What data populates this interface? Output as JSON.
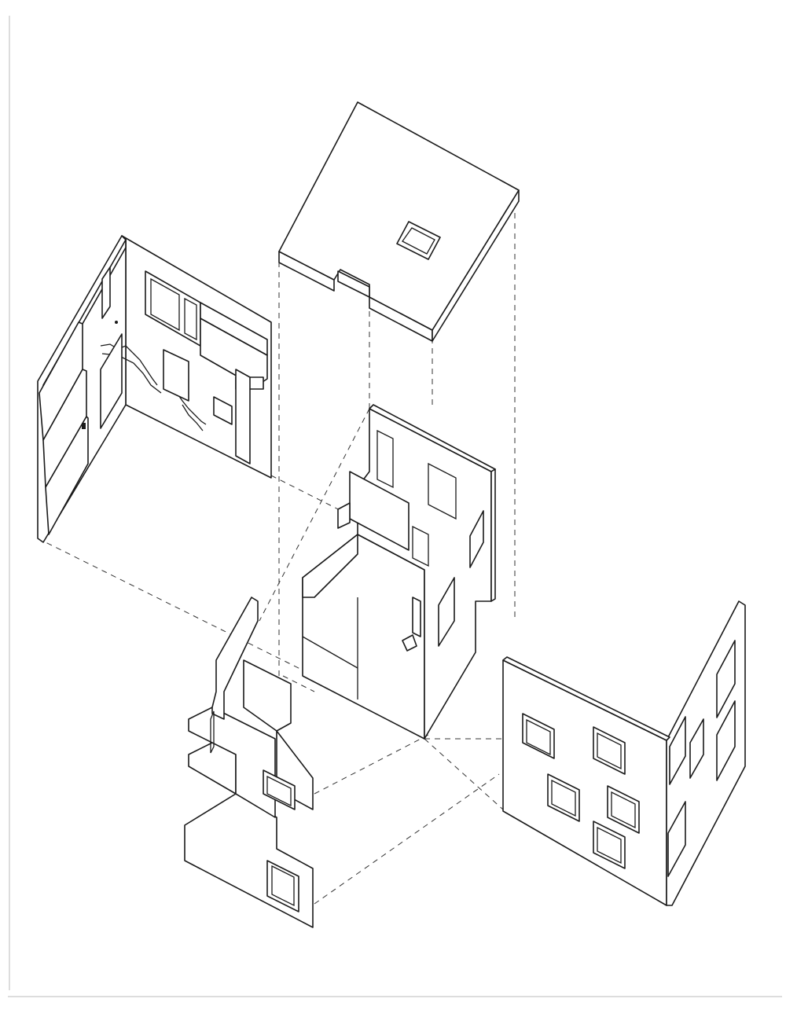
{
  "drawing": {
    "type": "exploded-axonometric",
    "line_color": "#1a1a1a",
    "paper_color": "#ffffff",
    "components": [
      "roof-slab",
      "left-corner-walls",
      "central-core",
      "front-small-volume",
      "right-corner-walls"
    ]
  }
}
